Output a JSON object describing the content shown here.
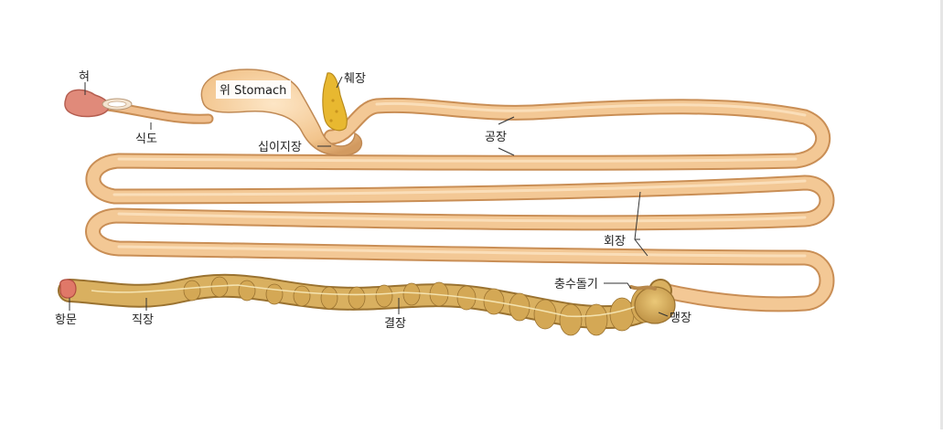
{
  "labels": {
    "tongue": "혀",
    "esophagus": "식도",
    "stomach": "위 Stomach",
    "pancreas": "췌장",
    "duodenum": "십이지장",
    "jejunum": "공장",
    "ileum": "회장",
    "appendix": "충수돌기",
    "cecum": "맹장",
    "colon": "결장",
    "rectum": "직장",
    "anus": "항문"
  },
  "colors": {
    "intestine_fill": "#f3c895",
    "intestine_outline": "#c98e55",
    "intestine_highlight": "#fbe3c2",
    "colon_fill": "#d9b060",
    "colon_outline": "#9a7230",
    "pancreas_fill": "#e8b830",
    "tongue_fill": "#e08a7a",
    "label_line": "#333333"
  }
}
